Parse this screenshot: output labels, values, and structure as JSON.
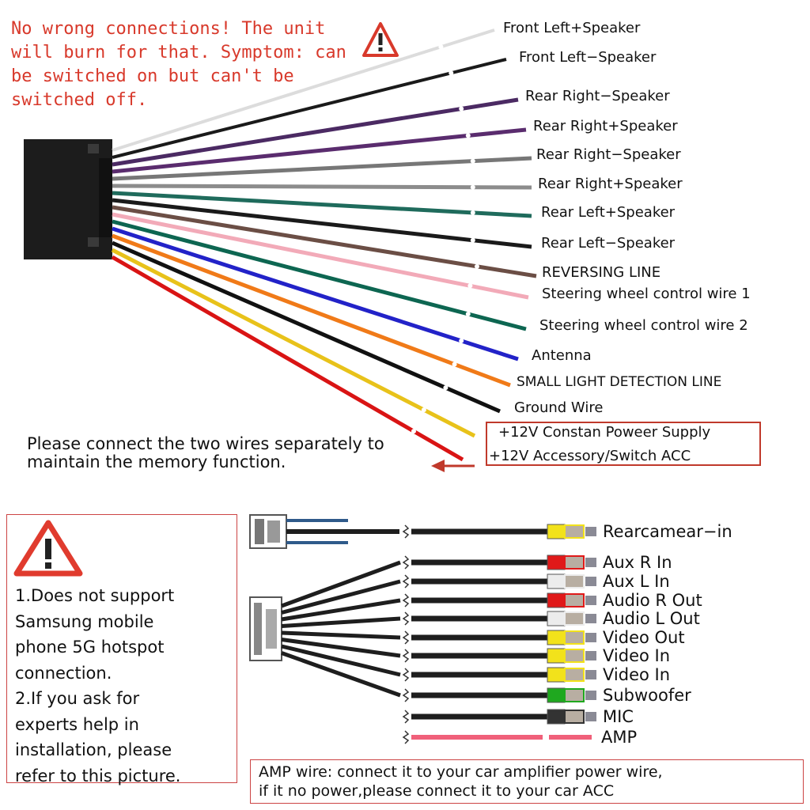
{
  "warning_top": "No wrong connections! The unit will burn for that. Symptom: can be switched on but can't be switched off.",
  "harness_wires": [
    {
      "label": "Front Left+Speaker",
      "color": "#dcdcdc"
    },
    {
      "label": "Front Left−Speaker",
      "color": "#1a1a1a"
    },
    {
      "label": "Rear Right−Speaker",
      "color": "#4b2a63"
    },
    {
      "label": "Rear Right+Speaker",
      "color": "#5a2c6e"
    },
    {
      "label": "Rear Right−Speaker",
      "color": "#777777"
    },
    {
      "label": "Rear Right+Speaker",
      "color": "#8c8c8c"
    },
    {
      "label": "Rear Left+Speaker",
      "color": "#1f6b5c"
    },
    {
      "label": "Rear Left−Speaker",
      "color": "#1a1a1a"
    },
    {
      "label": "REVERSING LINE",
      "color": "#6b4e45"
    },
    {
      "label": "Steering wheel control wire 1",
      "color": "#f2aab8"
    },
    {
      "label": "Steering wheel control wire 2",
      "color": "#0d6651"
    },
    {
      "label": "Antenna",
      "color": "#2222c8"
    },
    {
      "label": "SMALL LIGHT DETECTION LINE",
      "color": "#f07a18"
    },
    {
      "label": "Ground Wire",
      "color": "#111111"
    },
    {
      "label": "+12V Constan Poweer Supply",
      "color": "#e8c21a"
    },
    {
      "label": "+12V Accessory/Switch ACC",
      "color": "#d91414"
    }
  ],
  "memory_note": "Please connect the two wires separately to maintain the memory function.",
  "notes": "1.Does not support\nSamsung mobile\nphone 5G hotspot\nconnection.\n2.If you ask for\nexperts  help in\ninstallation, please\nrefer to this picture.",
  "rca_connectors": [
    {
      "label": "Rearcamear−in",
      "color": "#f2e21b"
    },
    {
      "label": "Aux R In",
      "color": "#e01919"
    },
    {
      "label": "Aux L In",
      "color": "#ececec"
    },
    {
      "label": "Audio R Out",
      "color": "#e01919"
    },
    {
      "label": "Audio L Out",
      "color": "#ececec"
    },
    {
      "label": "Video  Out",
      "color": "#f2e21b"
    },
    {
      "label": "Video In",
      "color": "#f2e21b"
    },
    {
      "label": "Video  In",
      "color": "#f2e21b"
    },
    {
      "label": "Subwoofer",
      "color": "#1fa81f"
    },
    {
      "label": "MIC",
      "color": "#333333"
    },
    {
      "label": "AMP",
      "color": "#f0607a"
    }
  ],
  "amp_note_line1": "AMP wire: connect it to your car amplifier power wire,",
  "amp_note_line2": "if it no power,please connect it to your car ACC",
  "colors": {
    "warning_red": "#d8392b",
    "box_red": "#c0392b"
  },
  "icons": [
    "warning-triangle-icon",
    "arrow-left-icon"
  ]
}
